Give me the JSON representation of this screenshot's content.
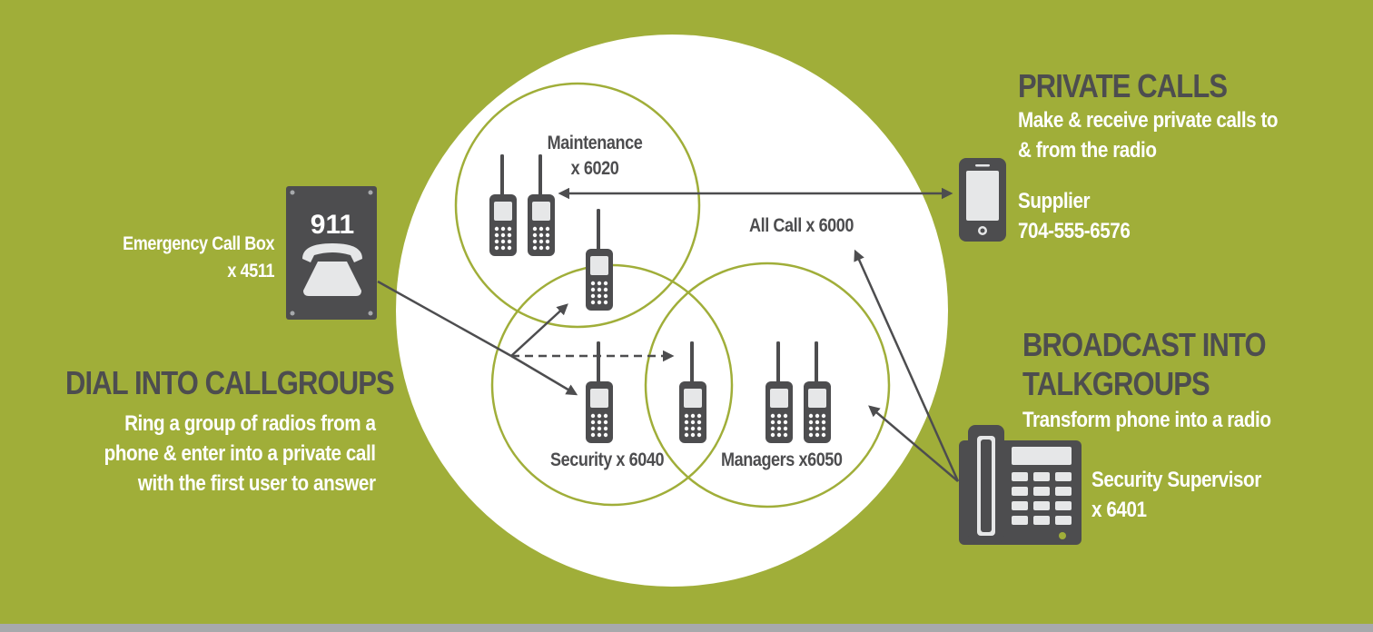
{
  "dial": {
    "heading": "DIAL INTO CALLGROUPS",
    "desc": [
      "Ring a group of radios from a",
      "phone & enter into a private call",
      "with the first user to answer"
    ]
  },
  "emergency": {
    "label": "Emergency Call Box",
    "ext": "x 4511",
    "box_number": "911"
  },
  "maintenance": {
    "label": "Maintenance",
    "ext": "x 6020"
  },
  "all_call": {
    "label": "All Call x 6000"
  },
  "security_group": {
    "label": "Security x 6040"
  },
  "managers_group": {
    "label": "Managers  x6050"
  },
  "private": {
    "heading": "PRIVATE CALLS",
    "desc": [
      "Make & receive private calls to",
      "& from the radio"
    ]
  },
  "supplier": {
    "label": "Supplier",
    "number": "704-555-6576"
  },
  "broadcast": {
    "heading": [
      "BROADCAST INTO",
      "TALKGROUPS"
    ],
    "desc": "Transform phone into a radio"
  },
  "supervisor": {
    "label": "Security Supervisor",
    "ext": "x 6401"
  },
  "colors": {
    "background": "#a0ae39",
    "circle_fill": "#ffffff",
    "ring": "#a0ae39",
    "device": "#4d4d4f",
    "screen": "#e6e7e8"
  }
}
